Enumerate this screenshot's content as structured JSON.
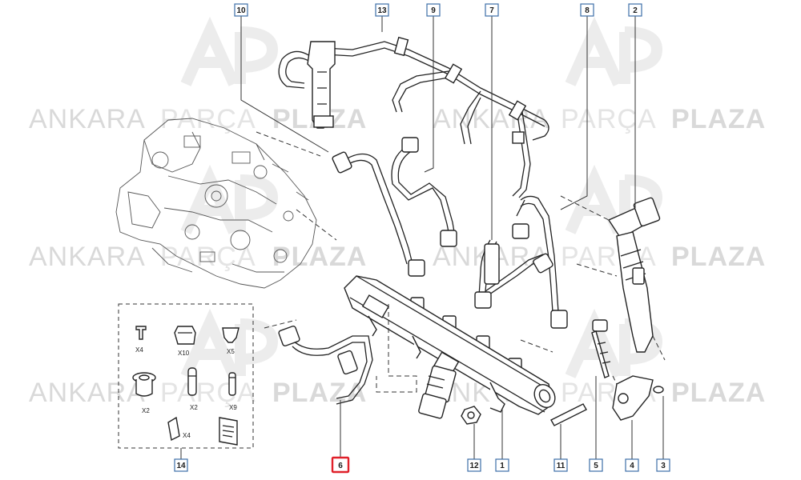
{
  "watermark": {
    "brand_light_1": "ANKARA",
    "brand_light_2": "PARÇA",
    "brand_bold": "PLAZA"
  },
  "callouts": [
    {
      "id": "c10",
      "label": "10",
      "highlight": false
    },
    {
      "id": "c13",
      "label": "13",
      "highlight": false
    },
    {
      "id": "c9",
      "label": "9",
      "highlight": false
    },
    {
      "id": "c7",
      "label": "7",
      "highlight": false
    },
    {
      "id": "c8",
      "label": "8",
      "highlight": false
    },
    {
      "id": "c2",
      "label": "2",
      "highlight": false
    },
    {
      "id": "c14",
      "label": "14",
      "highlight": false
    },
    {
      "id": "c6",
      "label": "6",
      "highlight": true
    },
    {
      "id": "c12",
      "label": "12",
      "highlight": false
    },
    {
      "id": "c1",
      "label": "1",
      "highlight": false
    },
    {
      "id": "c11",
      "label": "11",
      "highlight": false
    },
    {
      "id": "c5",
      "label": "5",
      "highlight": false
    },
    {
      "id": "c4",
      "label": "4",
      "highlight": false
    },
    {
      "id": "c3",
      "label": "3",
      "highlight": false
    }
  ],
  "kit_labels": {
    "x4a": "X4",
    "x10": "X10",
    "x5": "X5",
    "x2a": "X2",
    "x2b": "X2",
    "x9": "X9",
    "x4b": "X4"
  },
  "colors": {
    "highlight": "#e0202a",
    "callout_border": "#3d6fa8",
    "watermark": "#d9d9d9"
  }
}
